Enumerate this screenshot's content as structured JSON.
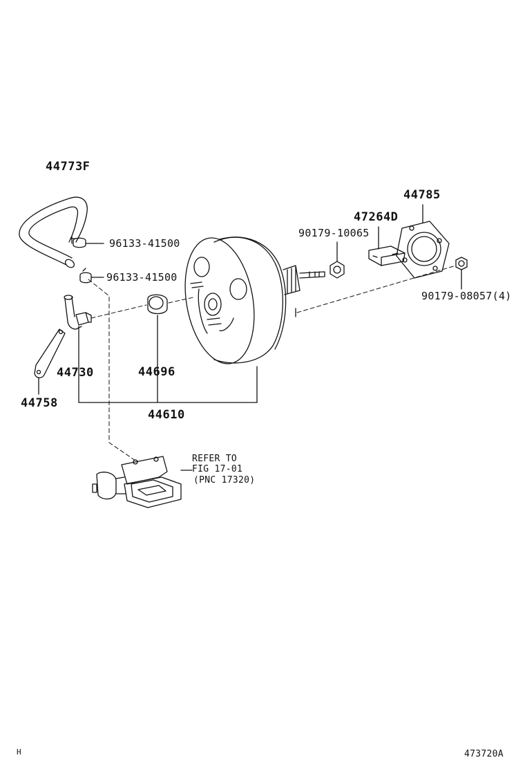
{
  "labels": {
    "hose": "44773F",
    "clamp_upper": "96133-41500",
    "clamp_lower": "96133-41500",
    "check_valve": "44730",
    "bracket": "44758",
    "grommet": "44696",
    "booster_assy": "44610",
    "clevis": "47264D",
    "nut_clevis": "90179-10065",
    "gasket": "44785",
    "nut_mount": "90179-08057(4)",
    "refer_line1": "REFER TO",
    "refer_line2": "FIG 17-01",
    "refer_line3": "(PNC 17320)",
    "corner_mark": "H",
    "illustration_no": "473720A"
  }
}
